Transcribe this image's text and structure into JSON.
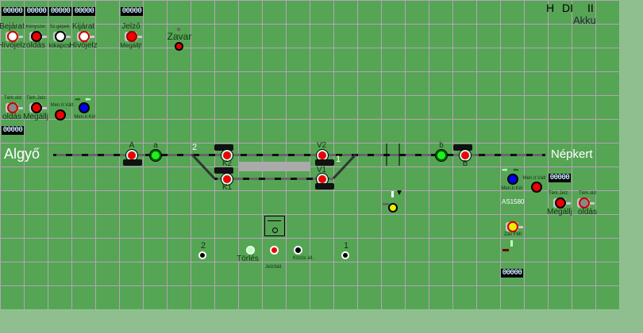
{
  "counters": {
    "c1": "00000",
    "c2": "00000",
    "c3": "00000",
    "c4": "00000",
    "c5": "00000",
    "c6": "00000",
    "c7": "00000",
    "c8": "00000"
  },
  "buttons": {
    "bejarat": {
      "top": "Bejárat",
      "bottom": "Hívójelz"
    },
    "kenyszer": {
      "top": "Kényszer",
      "bottom": "oldás"
    },
    "szgepek": {
      "top": "Sz.gépek",
      "bottom": "kikapcs"
    },
    "kijarat": {
      "top": "Kijárat",
      "bottom": "Hívójelz"
    },
    "jelzo": {
      "top": "Jelző",
      "bottom": "Megállj!"
    },
    "zavar": {
      "label": "Zavar"
    },
    "left_terk_old": {
      "top": "Térk.old",
      "bottom": "oldás"
    },
    "left_terk_jelz": {
      "top": "Térk.Jelz.",
      "bottom": "Megállj"
    },
    "left_men_valt": {
      "label": "Men.Ir.Vált"
    },
    "left_men_kiir": {
      "label": "Men.Ir.Kiír"
    },
    "right_men_kiir": {
      "label": "Men.Ir.Kiír"
    },
    "right_men_valt": {
      "label": "Men.Ir.Vált"
    },
    "right_terk_jelz": {
      "top": "Térk.Jelz.",
      "bottom": "Megállj"
    },
    "right_terk_old": {
      "top": "Térk.old",
      "bottom": "oldás"
    },
    "zav_fmi": {
      "label": "Zav FMI"
    },
    "torles": {
      "label": "Törlés"
    },
    "jelzoall": {
      "label": "Jelzőáll."
    },
    "kozos": {
      "label": "Közös áll."
    }
  },
  "stations": {
    "left": "Algyő",
    "right": "Népkert"
  },
  "signals": {
    "A": "A",
    "a": "a",
    "K2": "K2",
    "K1": "K1",
    "V2": "V2",
    "V1": "V1",
    "b": "b",
    "B": "B"
  },
  "switches": {
    "sw2": "2",
    "sw1": "1"
  },
  "crossings": {
    "c2": "2",
    "c1": "1"
  },
  "block_label": "AS1580",
  "status": {
    "H": "H",
    "DI": "DI",
    "II": "II",
    "akku": "Akku"
  }
}
